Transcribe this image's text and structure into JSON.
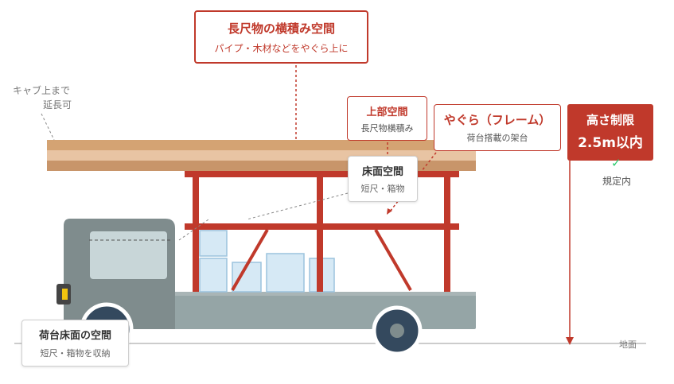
{
  "callouts": {
    "top_load": {
      "title": "長尺物の横積み空間",
      "sub": "パイプ・木材などをやぐら上に"
    },
    "upper": {
      "title": "上部空間",
      "sub": "長尺物横積み"
    },
    "frame": {
      "title": "やぐら（フレーム）",
      "sub": "荷台搭載の架台"
    },
    "height": {
      "title": "高さ制限",
      "value": "2.5m以内"
    },
    "floor": {
      "title": "床面空間",
      "sub": "短尺・箱物"
    },
    "bed": {
      "title": "荷台床面の空間",
      "sub": "短尺・箱物を収納"
    }
  },
  "notes": {
    "cab_line1": "キャブ上まで",
    "cab_line2": "延長可",
    "within_limit": "規定内",
    "check_icon": "✓",
    "ground": "地面"
  },
  "colors": {
    "frame_red": "#c0392b",
    "plank": "#d4a373",
    "plank_light": "#e8c4a3",
    "cab": "#7f8c8d",
    "bed": "#95a5a6",
    "wheel": "#34495e",
    "box_fill": "#d6e9f5",
    "box_stroke": "#9cc3dd",
    "check": "#2ecc71"
  }
}
